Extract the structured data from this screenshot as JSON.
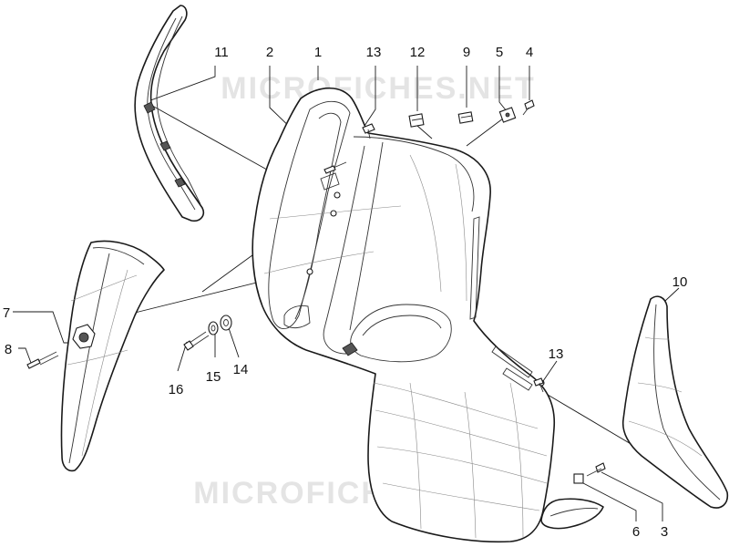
{
  "watermarks": [
    "MICROFICHES.NET",
    "MICROFICHES.NET"
  ],
  "callouts": [
    "11",
    "2",
    "1",
    "13",
    "12",
    "9",
    "5",
    "4",
    "7",
    "8",
    "16",
    "15",
    "14",
    "10",
    "13",
    "6",
    "3"
  ]
}
